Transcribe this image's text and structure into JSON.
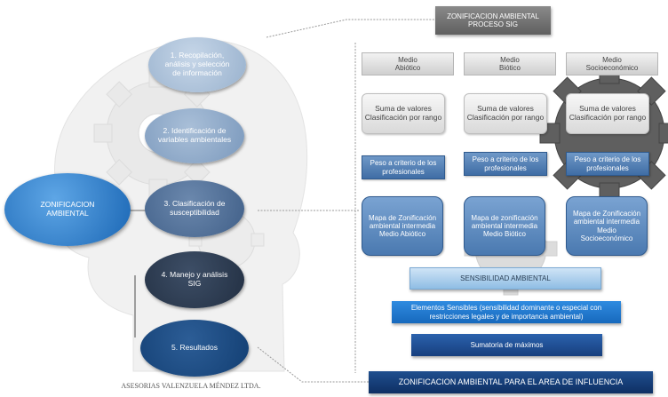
{
  "center_label": "ZONIFICACION AMBIENTAL",
  "steps": [
    {
      "label": "1. Recopilación, análisis y selección de información"
    },
    {
      "label": "2. Identificación de variables ambientales"
    },
    {
      "label": "3. Clasificación de susceptibilidad"
    },
    {
      "label": "4. Manejo y análisis SIG"
    },
    {
      "label": "5. Resultados"
    }
  ],
  "footer": "ASESORIAS VALENZUELA MÉNDEZ LTDA.",
  "process": {
    "title_line1": "ZONIFICACION AMBIENTAL",
    "title_line2": "PROCESO SIG",
    "columns": [
      {
        "header": "Medio Abiótico",
        "sum": "Suma de valores Clasificación por rango",
        "weight": "Peso a criterio de los profesionales",
        "map": "Mapa de Zonificación ambiental intermedia Medio Abiótico"
      },
      {
        "header": "Medio Biótico",
        "sum": "Suma de valores Clasificación por rango",
        "weight": "Peso a criterio de los profesionales",
        "map": "Mapa de zonificación ambiental intermedia Medio Biótico"
      },
      {
        "header": "Medio Socioeconómico",
        "sum": "Suma de valores Clasificación por rango",
        "weight": "Peso a criterio de los profesionales",
        "map": "Mapa de Zonificación ambiental intermedia Medio Socioeconómico"
      }
    ],
    "sensibilidad": "SENSIBILIDAD AMBIENTAL",
    "elementos": "Elementos Sensibles (sensibilidad dominante o especial con restricciones legales y de importancia ambiental)",
    "sumatoria": "Sumatoria de máximos",
    "final": "ZONIFICACION AMBIENTAL PARA EL AREA DE INFLUENCIA"
  }
}
